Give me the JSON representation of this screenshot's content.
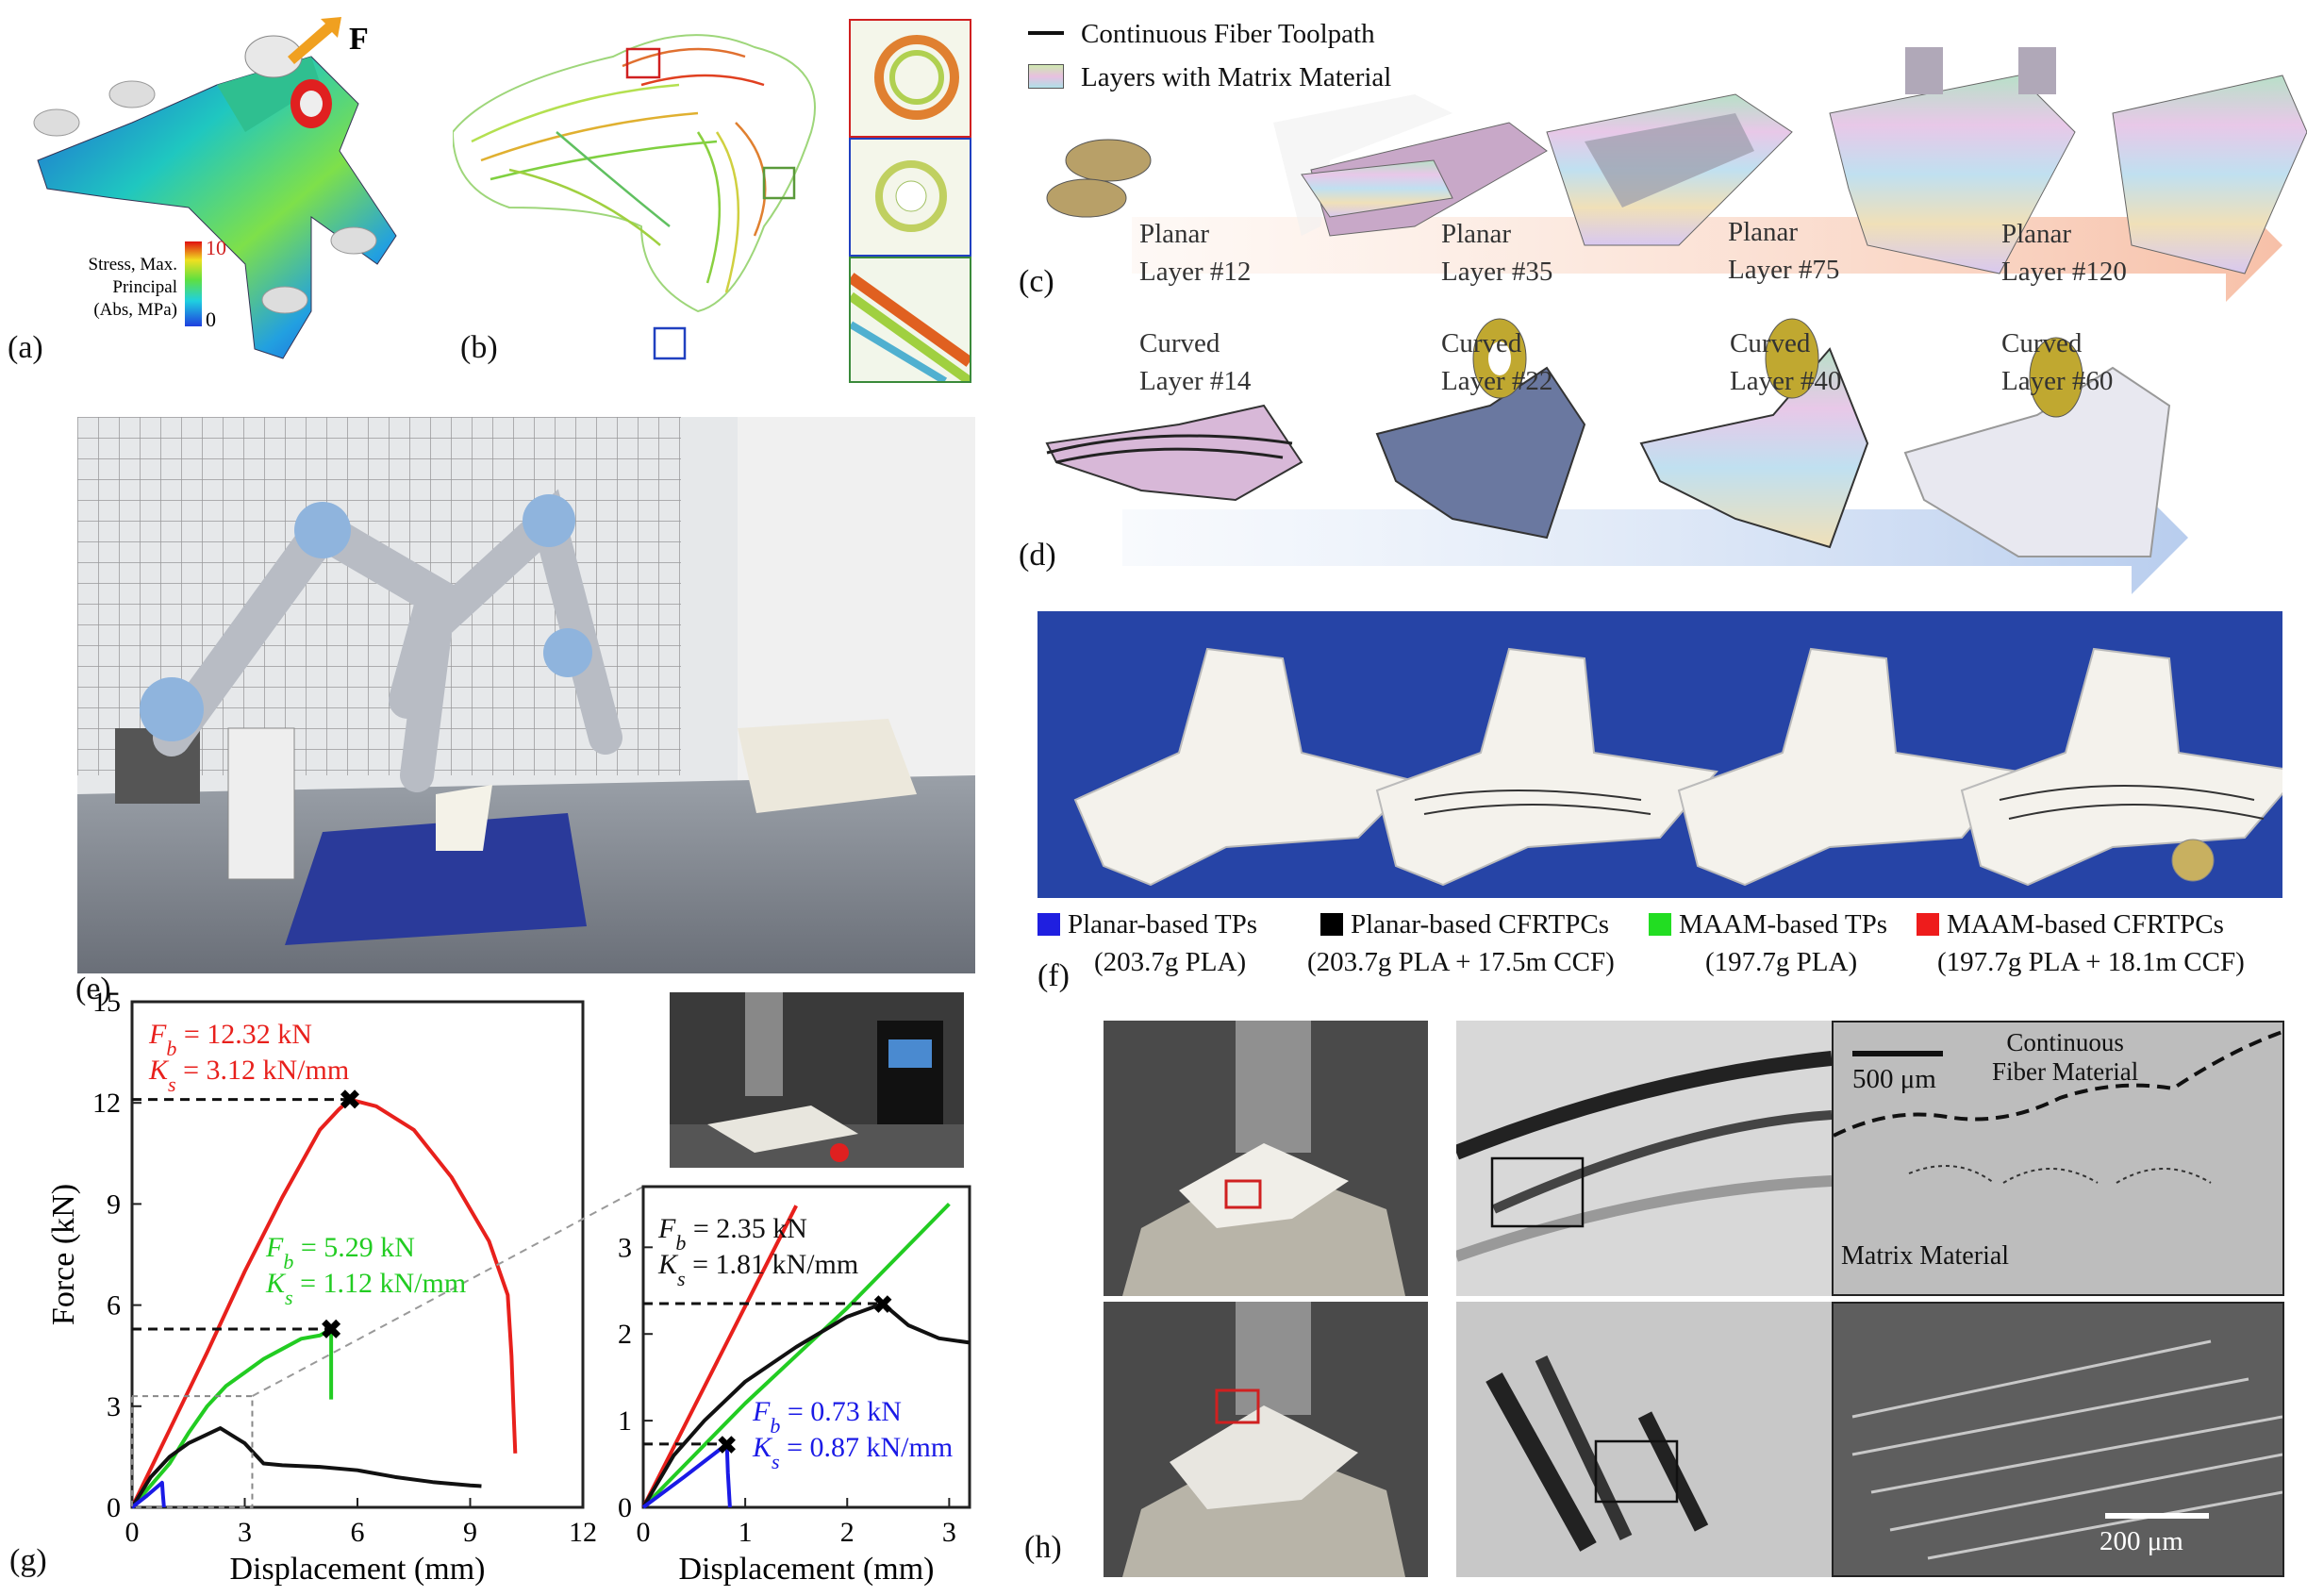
{
  "panels": {
    "a": {
      "label": "(a)",
      "force_label": "F",
      "colorbar": {
        "title_l1": "Stress, Max.",
        "title_l2": "Principal",
        "title_l3": "(Abs, MPa)",
        "max": "10",
        "min": "0"
      }
    },
    "b": {
      "label": "(b)"
    },
    "c": {
      "label": "(c)",
      "legend": {
        "fiber": "Continuous Fiber Toolpath",
        "matrix": "Layers with Matrix Material"
      },
      "layers": [
        {
          "l1": "Planar",
          "l2": "Layer #12"
        },
        {
          "l1": "Planar",
          "l2": "Layer #35"
        },
        {
          "l1": "Planar",
          "l2": "Layer #75"
        },
        {
          "l1": "Planar",
          "l2": "Layer #120"
        }
      ]
    },
    "d": {
      "label": "(d)",
      "layers": [
        {
          "l1": "Curved",
          "l2": "Layer #14"
        },
        {
          "l1": "Curved",
          "l2": "Layer #22"
        },
        {
          "l1": "Curved",
          "l2": "Layer #40"
        },
        {
          "l1": "Curved",
          "l2": "Layer #60"
        }
      ]
    },
    "e": {
      "label": "(e)"
    },
    "f": {
      "label": "(f)",
      "legend": [
        {
          "name": "Planar-based TPs",
          "sub": "(203.7g PLA)",
          "color": "#1f1fe0"
        },
        {
          "name": "Planar-based CFRTPCs",
          "sub": "(203.7g PLA + 17.5m CCF)",
          "color": "#000000"
        },
        {
          "name": "MAAM-based TPs",
          "sub": "(197.7g PLA)",
          "color": "#22dd22"
        },
        {
          "name": "MAAM-based CFRTPCs",
          "sub": "(197.7g PLA + 18.1m CCF)",
          "color": "#ee1c1c"
        }
      ]
    },
    "g": {
      "label": "(g)"
    },
    "h": {
      "label": "(h)",
      "sem_top": {
        "scale": "500 μm",
        "fiber_l1": "Continuous",
        "fiber_l2": "Fiber Material",
        "matrix": "Matrix Material"
      },
      "sem_bottom": {
        "scale": "200 μm"
      }
    }
  },
  "chart_data": [
    {
      "type": "line",
      "xlabel": "Displacement (mm)",
      "ylabel": "Force (kN)",
      "xlim": [
        0,
        12
      ],
      "ylim": [
        0,
        15
      ],
      "xticks": [
        "0",
        "3",
        "6",
        "9",
        "12"
      ],
      "yticks": [
        "0",
        "3",
        "6",
        "9",
        "12",
        "15"
      ],
      "series": [
        {
          "color": "#e8201c",
          "x": [
            0,
            1,
            2,
            3,
            4,
            5,
            5.5,
            5.8,
            6.5,
            7.5,
            8.5,
            9.5,
            10,
            10.1,
            10.15,
            10.2
          ],
          "y": [
            0,
            2.3,
            4.6,
            7.0,
            9.2,
            11.2,
            11.8,
            12.1,
            11.9,
            11.2,
            9.8,
            7.9,
            6.3,
            4.5,
            3.0,
            1.6
          ]
        },
        {
          "color": "#22cc22",
          "x": [
            0,
            1,
            1.5,
            2,
            2.5,
            3,
            3.5,
            4,
            4.5,
            5,
            5.3,
            5.3
          ],
          "y": [
            0,
            1.3,
            2.2,
            3.0,
            3.6,
            4.0,
            4.4,
            4.7,
            5.0,
            5.1,
            5.29,
            3.2
          ]
        },
        {
          "color": "#111111",
          "x": [
            0,
            0.5,
            1,
            1.5,
            2.35,
            3,
            3.5,
            4,
            5,
            6,
            7,
            8,
            9,
            9.3
          ],
          "y": [
            0,
            0.9,
            1.5,
            1.9,
            2.35,
            1.9,
            1.3,
            1.25,
            1.2,
            1.1,
            0.9,
            0.75,
            0.65,
            0.63
          ]
        },
        {
          "color": "#1a1ae6",
          "x": [
            0,
            0.4,
            0.8,
            0.82,
            0.85
          ],
          "y": [
            0,
            0.35,
            0.73,
            0.4,
            0
          ]
        }
      ],
      "annotations": [
        {
          "color": "#e8201c",
          "fb": "= 12.32 kN",
          "ks": "= 3.12 kN/mm"
        },
        {
          "color": "#22cc22",
          "fb": "= 5.29 kN",
          "ks": "= 1.12 kN/mm"
        }
      ]
    },
    {
      "type": "line",
      "xlabel": "Displacement (mm)",
      "xlim": [
        0,
        3.2
      ],
      "ylim": [
        0,
        3.7
      ],
      "xticks": [
        "0",
        "1",
        "2",
        "3"
      ],
      "yticks": [
        "0",
        "1",
        "2",
        "3"
      ],
      "series": [
        {
          "color": "#e8201c",
          "x": [
            0,
            0.5,
            1,
            1.5
          ],
          "y": [
            0,
            1.16,
            2.32,
            3.48
          ]
        },
        {
          "color": "#22cc22",
          "x": [
            0,
            0.5,
            1,
            1.5,
            2,
            2.5,
            3.0
          ],
          "y": [
            0,
            0.6,
            1.2,
            1.75,
            2.3,
            2.9,
            3.5
          ]
        },
        {
          "color": "#111111",
          "x": [
            0,
            0.3,
            0.6,
            1,
            1.5,
            2,
            2.35,
            2.6,
            2.9,
            3.2
          ],
          "y": [
            0,
            0.6,
            1.0,
            1.45,
            1.85,
            2.2,
            2.35,
            2.1,
            1.95,
            1.9
          ]
        },
        {
          "color": "#1a1ae6",
          "x": [
            0,
            0.4,
            0.82,
            0.83,
            0.85
          ],
          "y": [
            0,
            0.35,
            0.73,
            0.4,
            0
          ]
        }
      ],
      "annotations": [
        {
          "color": "#111111",
          "fb": "= 2.35 kN",
          "ks": "= 1.81 kN/mm"
        },
        {
          "color": "#1a1ae6",
          "fb": "= 0.73 kN",
          "ks": "= 0.87 kN/mm"
        }
      ]
    }
  ]
}
